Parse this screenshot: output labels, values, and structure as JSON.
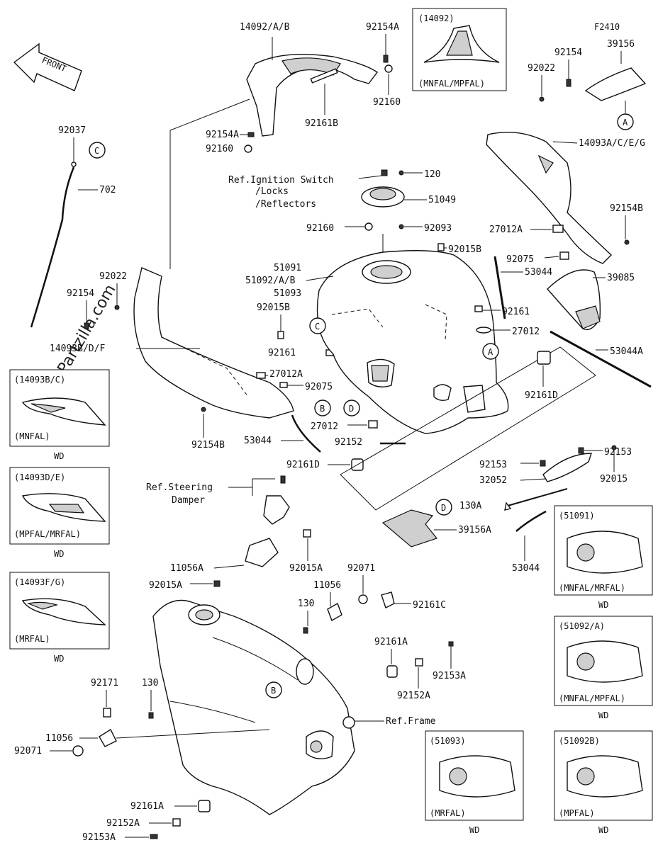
{
  "diagram_code": "F2410",
  "watermark": "©Partzilla.com",
  "front_label": "FRONT",
  "labels": {
    "p14092AB": "14092/A/B",
    "p92154A_top": "92154A",
    "p92160_top": "92160",
    "p92161B": "92161B",
    "p92154A_mid": "92154A",
    "p92160_mid": "92160",
    "p92037": "92037",
    "p702": "702",
    "ref_ignition_1": "Ref.Ignition Switch",
    "ref_ignition_2": "/Locks",
    "ref_ignition_3": "/Reflectors",
    "p120": "120",
    "p51049": "51049",
    "p92160_cap": "92160",
    "p92093": "92093",
    "p92015B_top": "92015B",
    "p51091": "51091",
    "p51092AB": "51092/A/B",
    "p51093": "51093",
    "p92015B_left": "92015B",
    "p92022_left": "92022",
    "p92154_left": "92154",
    "p14093BDF": "14093B/D/F",
    "p92161_left": "92161",
    "p27012A_left": "27012A",
    "p92075_left": "92075",
    "p92154B_left": "92154B",
    "p53044_left": "53044",
    "p27012_bottom": "27012",
    "p92152": "92152",
    "p92161D_left": "92161D",
    "p92022_right": "92022",
    "p92154_right": "92154",
    "p39156": "39156",
    "p14093ACEG": "14093A/C/E/G",
    "p92154B_right": "92154B",
    "p27012A_right": "27012A",
    "p92075_right": "92075",
    "p53044_mid": "53044",
    "p39085": "39085",
    "p92161_right": "92161",
    "p27012_right": "27012",
    "p53044A": "53044A",
    "p92161D_right": "92161D",
    "p92153_a": "92153",
    "p92015": "92015",
    "p92153_b": "92153",
    "p32052": "32052",
    "p130A": "130A",
    "p39156A": "39156A",
    "p53044_bottom": "53044",
    "ref_steering_1": "Ref.Steering",
    "ref_steering_2": "Damper",
    "p11056A": "11056A",
    "p92015A_a": "92015A",
    "p92015A_b": "92015A",
    "p92071_top": "92071",
    "p11056_top": "11056",
    "p130_top": "130",
    "p92161C": "92161C",
    "p92161A_top": "92161A",
    "p92153A_right": "92153A",
    "p92152A_right": "92152A",
    "ref_frame": "Ref.Frame",
    "p92171": "92171",
    "p130_left": "130",
    "p11056_left": "11056",
    "p92071_left": "92071",
    "p92161A_bottom": "92161A",
    "p92152A_bottom": "92152A",
    "p92153A_bottom": "92153A"
  },
  "callouts": {
    "A": "A",
    "B": "B",
    "C": "C",
    "D": "D"
  },
  "insets": {
    "i14092": {
      "title": "(14092)",
      "variant": "(MNFAL/MPFAL)"
    },
    "i14093BC": {
      "title": "(14093B/C)",
      "variant": "(MNFAL)",
      "note": "WD"
    },
    "i14093DE": {
      "title": "(14093D/E)",
      "variant": "(MPFAL/MRFAL)",
      "note": "WD"
    },
    "i14093FG": {
      "title": "(14093F/G)",
      "variant": "(MRFAL)",
      "note": "WD"
    },
    "i51091": {
      "title": "(51091)",
      "variant": "(MNFAL/MRFAL)",
      "note": "WD"
    },
    "i51092A": {
      "title": "(51092/A)",
      "variant": "(MNFAL/MPFAL)",
      "note": "WD"
    },
    "i51093": {
      "title": "(51093)",
      "variant": "(MRFAL)",
      "note": "WD"
    },
    "i51092B": {
      "title": "(51092B)",
      "variant": "(MPFAL)",
      "note": "WD"
    }
  }
}
